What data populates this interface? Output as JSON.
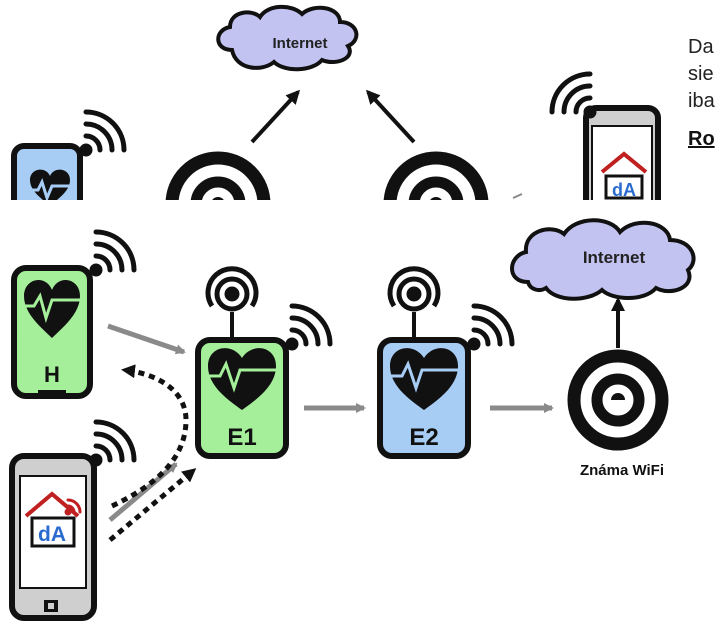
{
  "top_strip": {
    "internet_label": "Internet",
    "doc_lines": [
      "Da",
      "sie",
      "iba"
    ],
    "doc_link": "Ro"
  },
  "diagram": {
    "internet_label": "Internet",
    "wifi_label": "Známa WiFi",
    "hub_label": "H",
    "e1_label": "E1",
    "e2_label": "E2",
    "app_logo": "dA"
  },
  "colors": {
    "green": "#a6ef9a",
    "blue": "#a8cdf5",
    "cloud": "#c3c3f2",
    "phone_gray": "#cfcfcf",
    "house_red": "#c02020",
    "arrow_gray": "#8a8a8a"
  }
}
